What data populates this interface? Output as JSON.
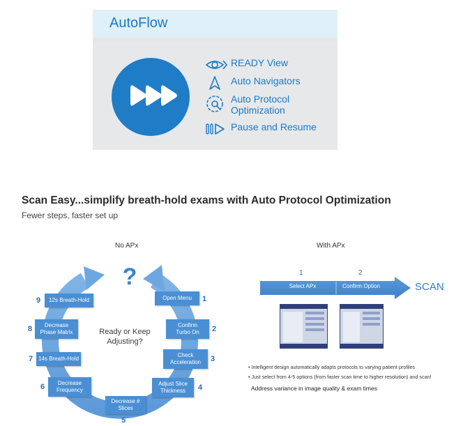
{
  "autoflow": {
    "title": "AutoFlow",
    "features": [
      {
        "icon": "eye-icon",
        "label": "READY View"
      },
      {
        "icon": "navigator-icon",
        "label": "Auto Navigators"
      },
      {
        "icon": "protocol-dial-icon",
        "label_line1": "Auto Protocol",
        "label_line2": "Optimization"
      },
      {
        "icon": "pause-resume-icon",
        "label": "Pause and Resume"
      }
    ],
    "accent_color": "#1f7cc7"
  },
  "scan_easy": {
    "title": "Scan Easy...simplify breath-hold exams with Auto Protocol Optimization",
    "subtitle": "Fewer steps, faster set up"
  },
  "no_apx": {
    "title": "No APx",
    "question": "?",
    "center_line1": "Ready or Keep",
    "center_line2": "Adjusting?",
    "steps": [
      {
        "num": "1",
        "line1": "Open Menu",
        "line2": ""
      },
      {
        "num": "2",
        "line1": "Confirm",
        "line2": "Turbo On"
      },
      {
        "num": "3",
        "line1": "Check",
        "line2": "Acceleration"
      },
      {
        "num": "4",
        "line1": "Adjust Slice",
        "line2": "Thickness"
      },
      {
        "num": "5",
        "line1": "Decrease #",
        "line2": "Slices"
      },
      {
        "num": "6",
        "line1": "Decrease",
        "line2": "Frequency"
      },
      {
        "num": "7",
        "line1": "14s Breath-Hold",
        "line2": ""
      },
      {
        "num": "8",
        "line1": "Decrease",
        "line2": "Phase Matrix"
      },
      {
        "num": "9",
        "line1": "12s Breath-Hold",
        "line2": ""
      }
    ]
  },
  "with_apx": {
    "title": "With APx",
    "steps": [
      {
        "num": "1",
        "label": "Select APx"
      },
      {
        "num": "2",
        "label": "Confirm Option"
      }
    ],
    "end_label": "SCAN",
    "bullets": [
      "• Intelligent design automatically adapts protocols to varying patient profiles",
      "• Just select from 4-5 options (from faster scan time to higher resolution) and scan!"
    ],
    "note": "Address variance in image quality & exam times"
  }
}
